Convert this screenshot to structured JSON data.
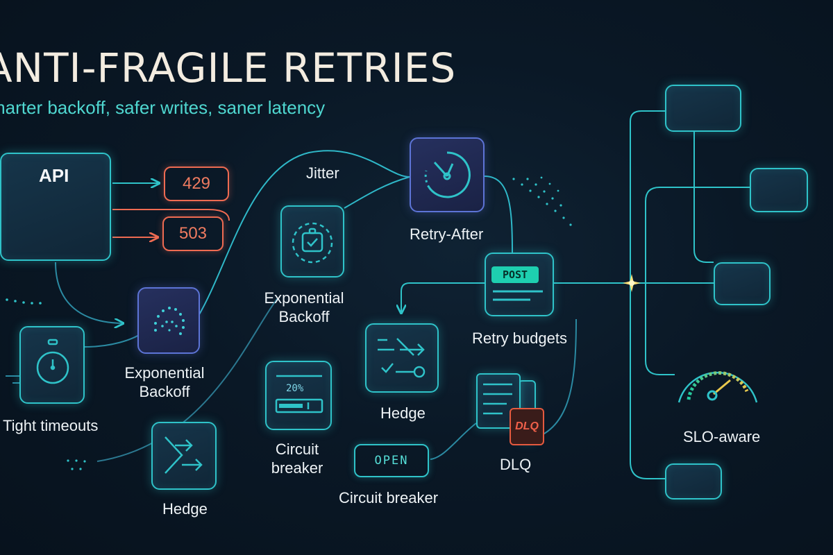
{
  "title": "ANTI-FRAGILE RETRIES",
  "subtitle": "marter backoff, safer writes, saner latency",
  "api": {
    "label": "API",
    "codes": [
      "429",
      "503"
    ]
  },
  "nodes": {
    "jitter": "Jitter",
    "retry_after": "Retry-After",
    "exp_backoff_top": "Exponential Backoff",
    "exp_backoff_mid": "Exponential Backoff",
    "tight_timeouts": "Tight timeouts",
    "hedge_bottom": "Hedge",
    "hedge_mid": "Hedge",
    "circuit_breaker_card": "Circuit breaker",
    "circuit_breaker_pill": "Circuit breaker",
    "retry_budgets": "Retry budgets",
    "dlq": "DLQ",
    "slo_aware": "SLO-aware"
  },
  "post_tag": "POST",
  "breaker_percent": "20%",
  "open_label": "OPEN",
  "dlq_tag": "DLQ",
  "colors": {
    "background": "#0a1826",
    "accent_teal": "#2fc3c9",
    "alert_red": "#ef6b52",
    "title_cream": "#f3ece0",
    "subtitle_teal": "#4fd7d0",
    "purple": "#5d74d6",
    "spark_yellow": "#ffe27a"
  }
}
